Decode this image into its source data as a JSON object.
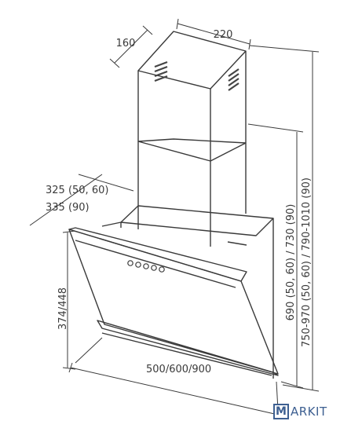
{
  "dimensions": {
    "chimney_depth": "160",
    "chimney_width": "220",
    "top_depth_line1": "325 (50, 60)",
    "top_depth_line2": "335 (90)",
    "panel_height": "374/448",
    "hood_width": "500/600/900",
    "height_range_1": "690 (50, 60) / 730 (90)",
    "height_range_2": "750-970 (50, 60) / 790-1010 (90)"
  },
  "logo": {
    "letter": "M",
    "text": "ARKIT",
    "color": "#3d5f91"
  },
  "colors": {
    "line": "#3a3a3a",
    "vent": "#444444"
  }
}
